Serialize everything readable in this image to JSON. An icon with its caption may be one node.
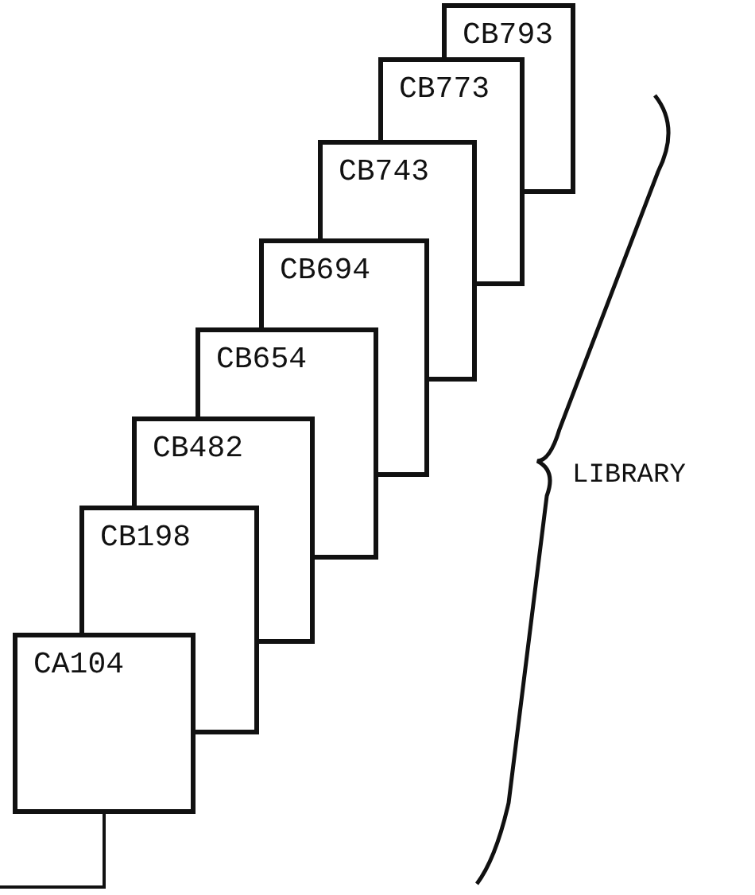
{
  "diagram": {
    "nodes": [
      {
        "text": [
          "CB793"
        ]
      },
      {
        "text": [
          "CB773"
        ]
      },
      {
        "text": [
          "CB743"
        ]
      },
      {
        "text": [
          "CB694"
        ]
      },
      {
        "text": [
          "CB654"
        ]
      },
      {
        "text": [
          "CB482"
        ]
      },
      {
        "text": [
          "CB198"
        ]
      },
      {
        "text": [
          "CA104"
        ]
      }
    ],
    "edges": [
      {
        "from": null,
        "to": 7,
        "arrow": "none"
      }
    ],
    "labels": [
      "LIBRARY"
    ]
  }
}
